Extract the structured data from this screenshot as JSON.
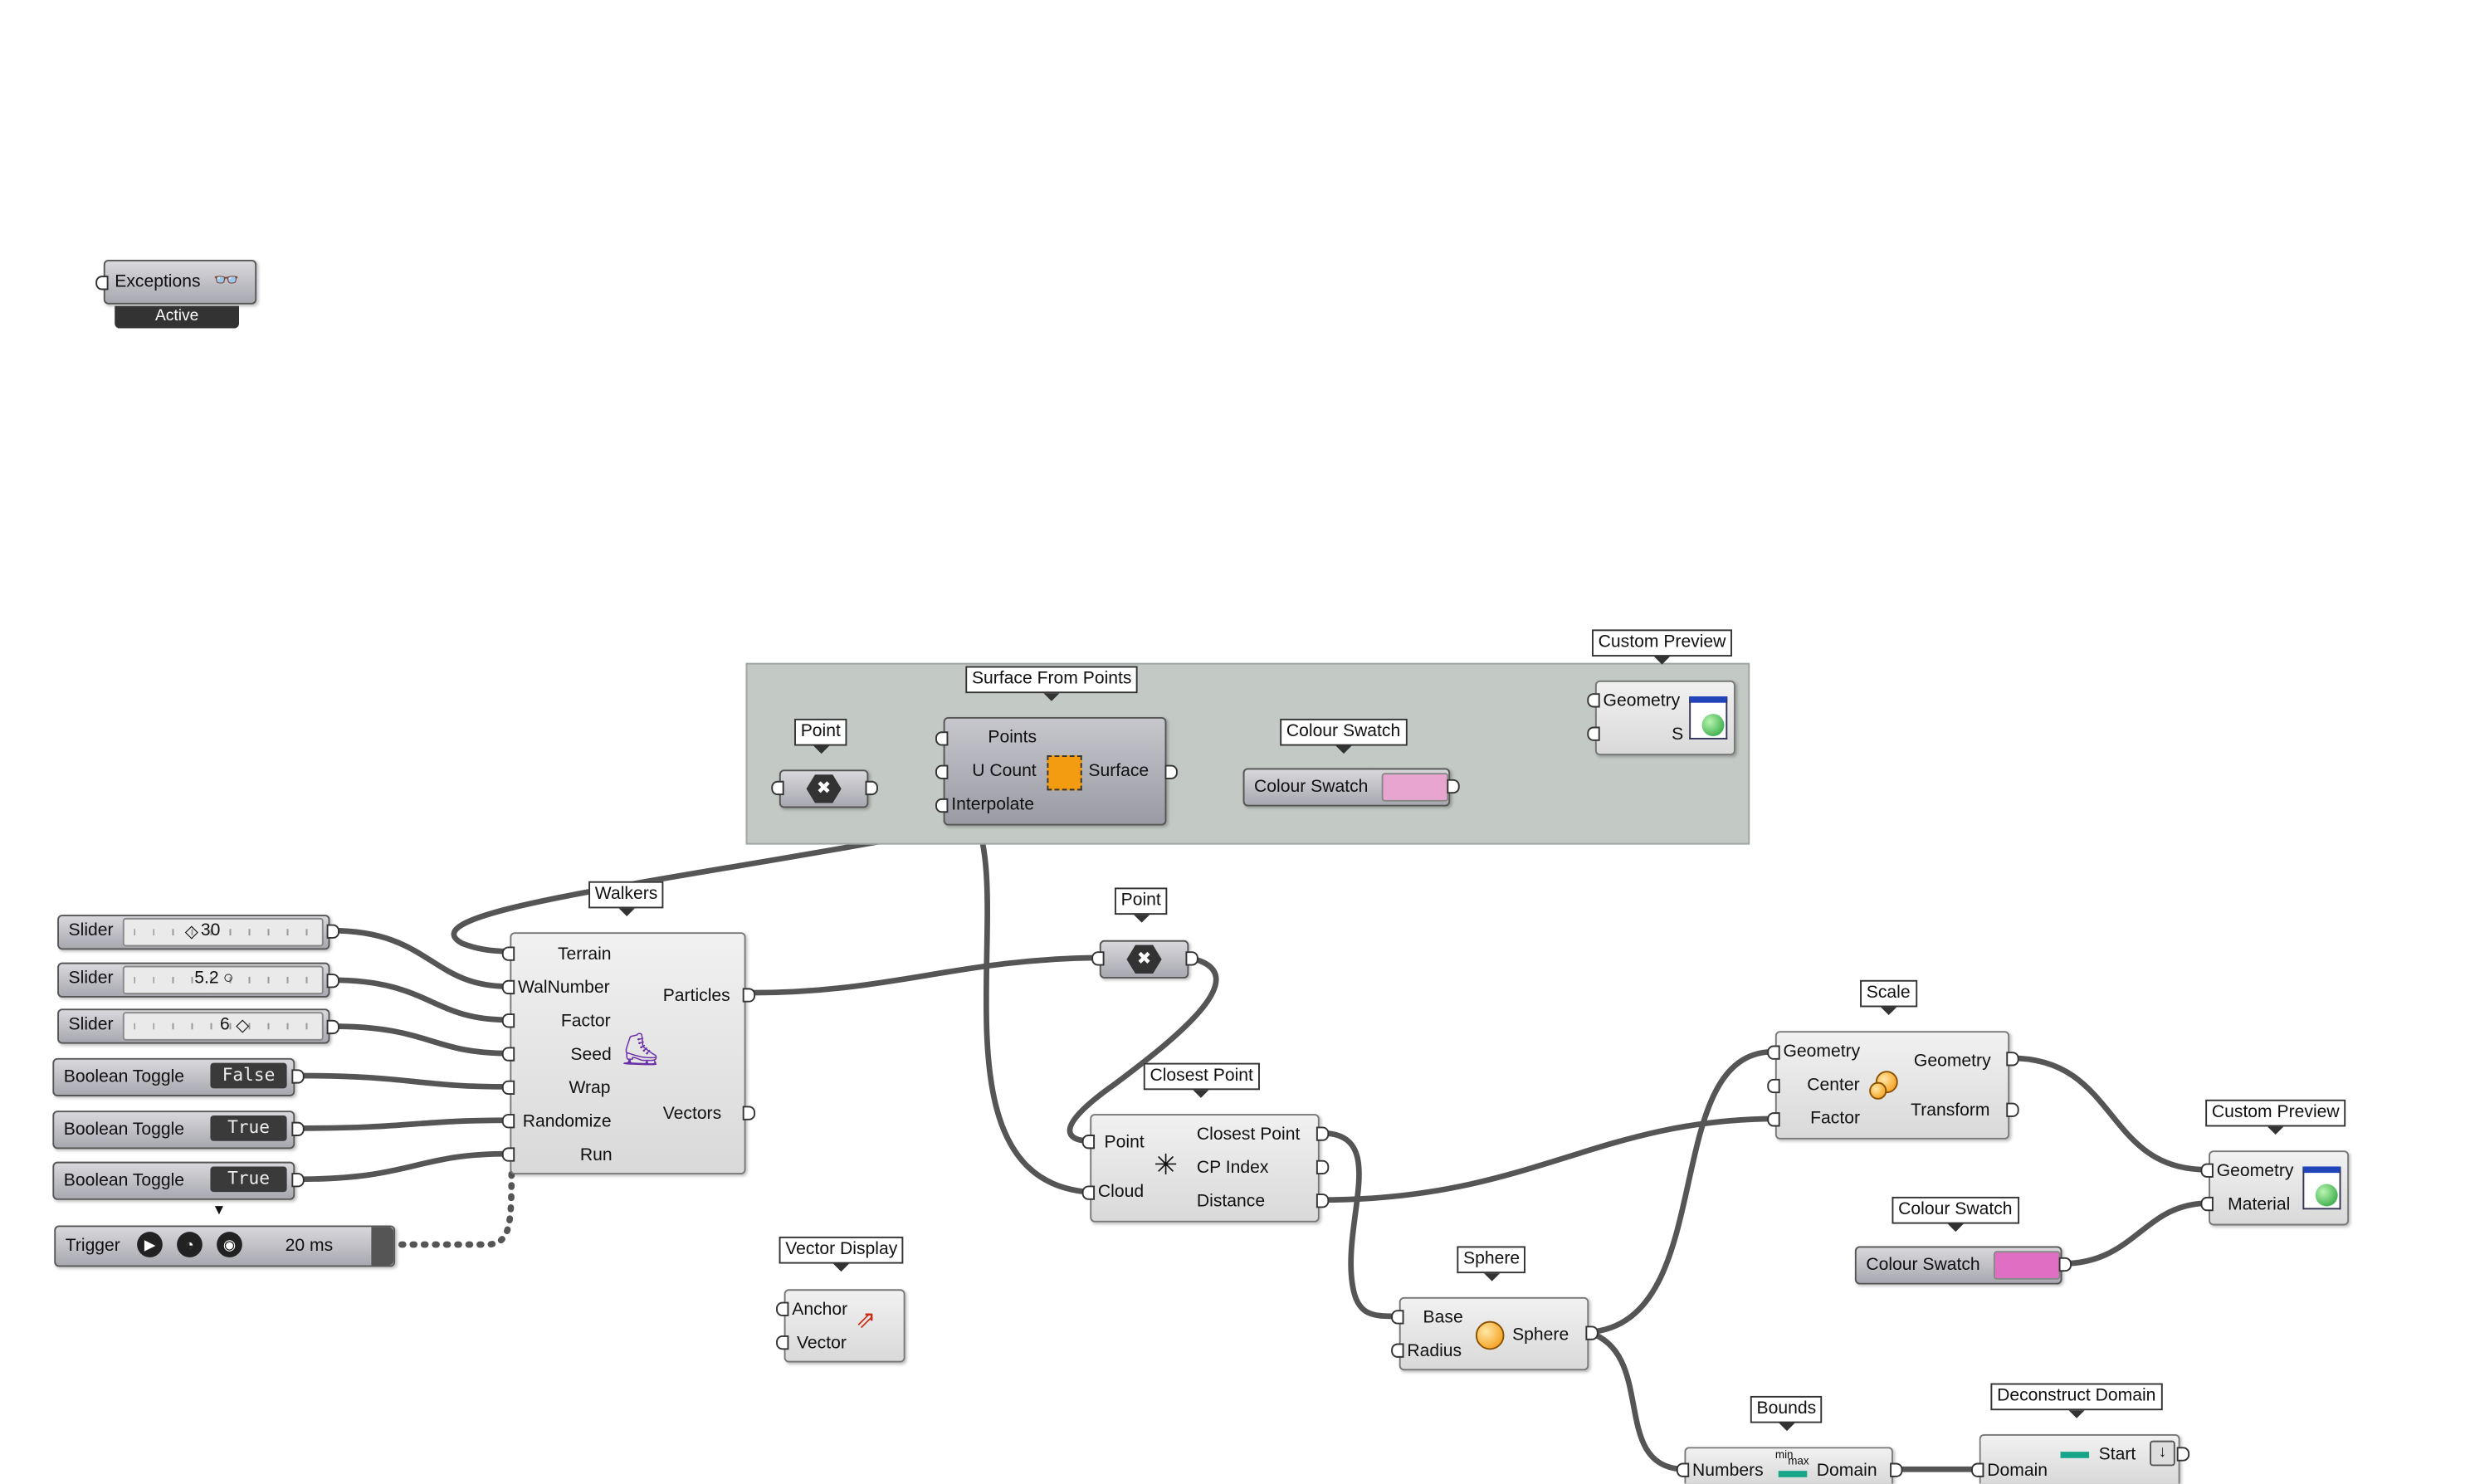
{
  "exceptions": {
    "label": "Exceptions",
    "badge": "Active"
  },
  "group": {
    "color": "#c3c9c4"
  },
  "point1": {
    "tag": "Point",
    "glyph": "✖"
  },
  "surface_from_points": {
    "tag": "Surface From Points",
    "inputs": [
      "Points",
      "U Count",
      "Interpolate"
    ],
    "output": "Surface",
    "icon": "surface-grid-icon"
  },
  "colour_swatch1": {
    "tag": "Colour Swatch",
    "label": "Colour Swatch",
    "color": "#e8a5cf"
  },
  "custom_preview1": {
    "tag": "Custom Preview",
    "inputs": [
      "Geometry",
      "S"
    ],
    "icon": "preview-icon"
  },
  "sliders": [
    {
      "label": "Slider",
      "value": "30"
    },
    {
      "label": "Slider",
      "value": "5.2"
    },
    {
      "label": "Slider",
      "value": "6"
    }
  ],
  "toggles": [
    {
      "label": "Boolean Toggle",
      "value": "False"
    },
    {
      "label": "Boolean Toggle",
      "value": "True"
    },
    {
      "label": "Boolean Toggle",
      "value": "True"
    }
  ],
  "trigger": {
    "label": "Trigger",
    "interval": "20 ms"
  },
  "walkers": {
    "tag": "Walkers",
    "inputs": [
      "Terrain",
      "WalNumber",
      "Factor",
      "Seed",
      "Wrap",
      "Randomize",
      "Run"
    ],
    "outputs": [
      "Particles",
      "Vectors"
    ],
    "icon": "walkers-icon"
  },
  "point2": {
    "tag": "Point",
    "glyph": "✖"
  },
  "closest_point": {
    "tag": "Closest Point",
    "inputs": [
      "Point",
      "Cloud"
    ],
    "outputs": [
      "Closest Point",
      "CP Index",
      "Distance"
    ]
  },
  "vector_display": {
    "tag": "Vector Display",
    "inputs": [
      "Anchor",
      "Vector"
    ]
  },
  "sphere": {
    "tag": "Sphere",
    "inputs": [
      "Base",
      "Radius"
    ],
    "output": "Sphere"
  },
  "scale": {
    "tag": "Scale",
    "inputs": [
      "Geometry",
      "Center",
      "Factor"
    ],
    "outputs": [
      "Geometry",
      "Transform"
    ]
  },
  "custom_preview2": {
    "tag": "Custom Preview",
    "inputs": [
      "Geometry",
      "Material"
    ]
  },
  "colour_swatch2": {
    "tag": "Colour Swatch",
    "label": "Colour Swatch",
    "color": "#df6fc2"
  },
  "bounds": {
    "tag": "Bounds",
    "input": "Numbers",
    "output": "Domain",
    "icon_text_min": "min",
    "icon_text_max": "max"
  },
  "deconstruct_domain": {
    "tag": "Deconstruct Domain",
    "input": "Domain",
    "output": "Start"
  }
}
